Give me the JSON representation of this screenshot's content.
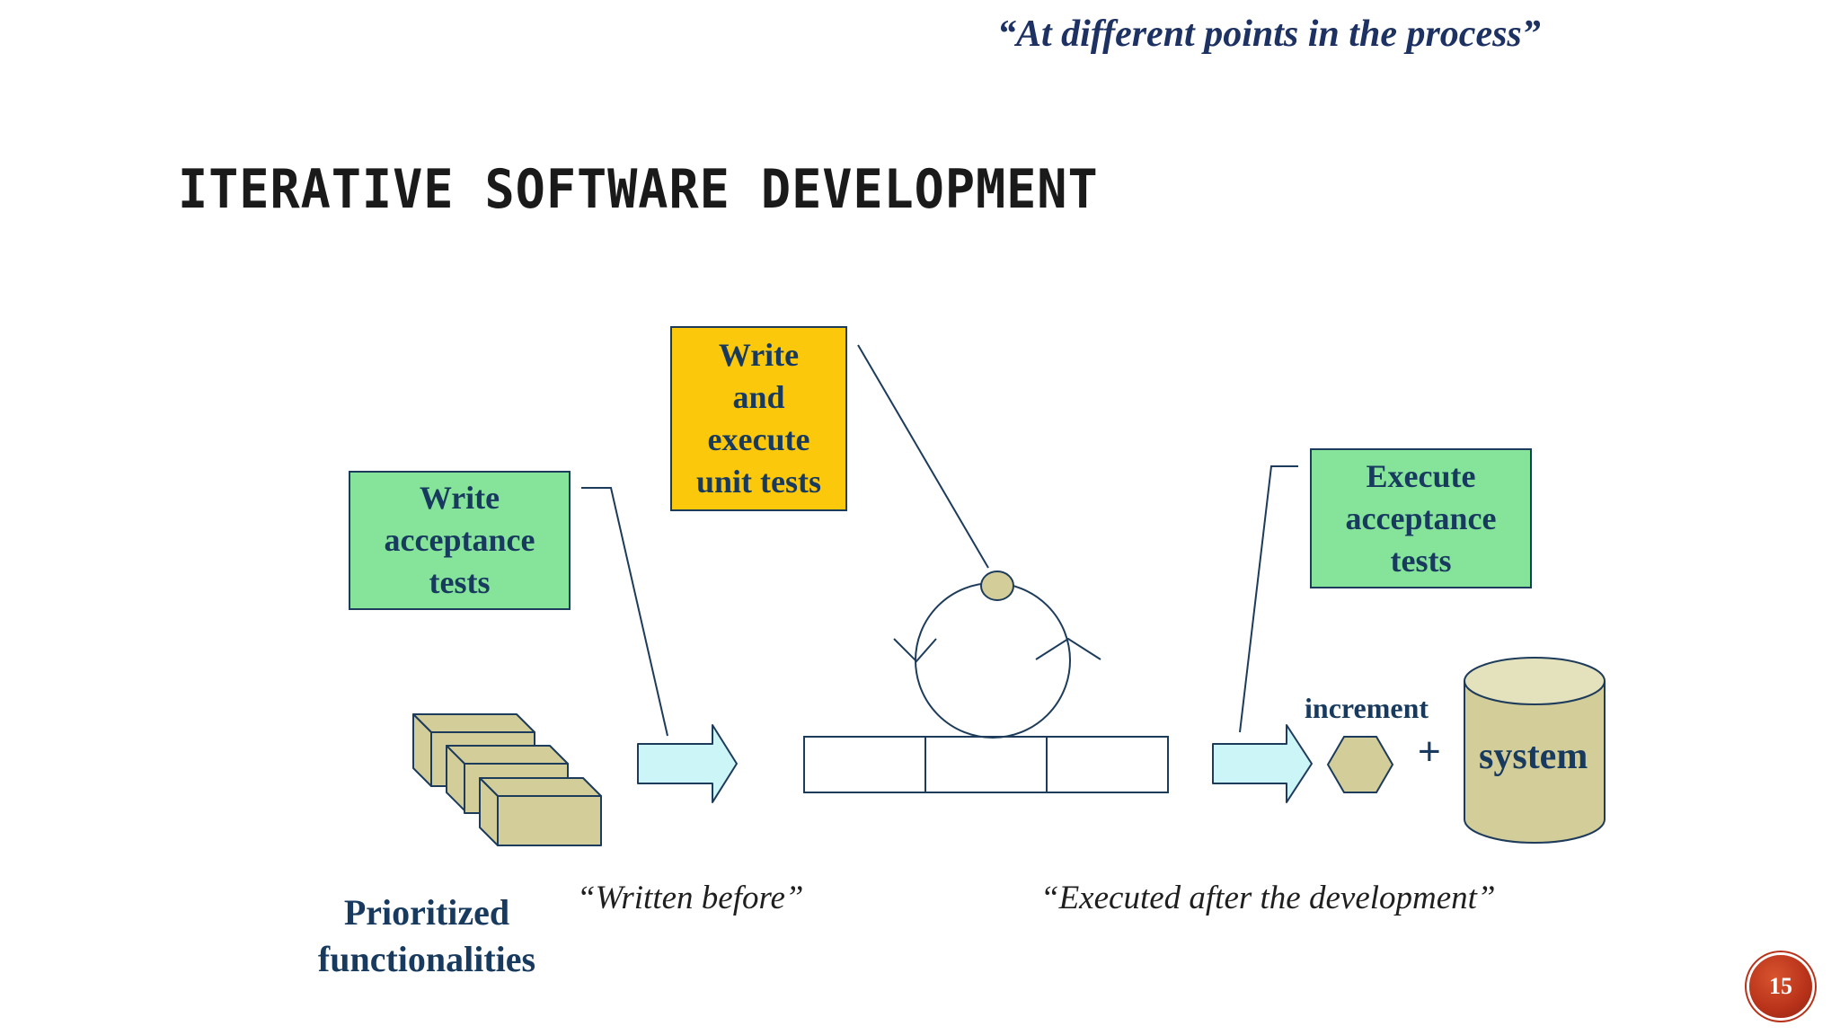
{
  "slide": {
    "top_quote": "“At different points in the process”",
    "title": "ITERATIVE SOFTWARE DEVELOPMENT",
    "page_number": "15"
  },
  "boxes": {
    "write_acceptance": "Write\nacceptance\ntests",
    "write_unit": "Write\nand\nexecute\nunit tests",
    "execute_acceptance": "Execute\nacceptance\ntests"
  },
  "labels": {
    "increment": "increment",
    "plus": "+",
    "system": "system",
    "prioritized": "Prioritized\nfunctionalities",
    "written_before": "“Written before”",
    "executed_after": "“Executed after the development”"
  },
  "colors": {
    "green_box": "#86e39a",
    "yellow_box": "#fbc80c",
    "khaki": "#d3cd9a",
    "arrow_fill": "#ccf5f8",
    "dark_blue_text": "#173a5e",
    "badge": "#b8321a"
  }
}
